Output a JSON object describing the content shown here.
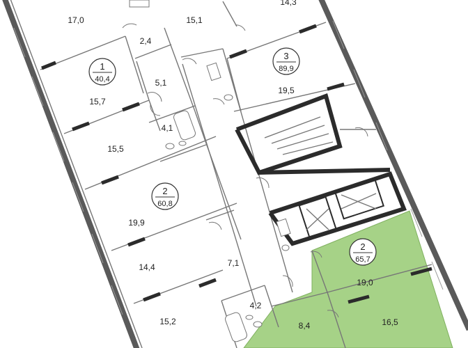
{
  "rooms": {
    "r17_0": "17,0",
    "r15_1": "15,1",
    "r14_3": "14,3",
    "r2_4": "2,4",
    "r5_1": "5,1",
    "r15_7": "15,7",
    "r4_1": "4,1",
    "r15_5": "15,5",
    "r19_5": "19,5",
    "r19_9": "19,9",
    "r14_4": "14,4",
    "r7_1": "7,1",
    "r4_2": "4,2",
    "r15_2": "15,2",
    "r19_0": "19,0",
    "r8_4": "8,4",
    "r16_5": "16,5"
  },
  "apartments": [
    {
      "rooms": "1",
      "area": "40,4"
    },
    {
      "rooms": "3",
      "area": "89,9"
    },
    {
      "rooms": "2",
      "area": "60,8"
    },
    {
      "rooms": "2",
      "area": "65,7"
    }
  ],
  "colors": {
    "highlight": "#a6d287",
    "wall": "#5a5a5a",
    "window": "#2b2b2b"
  }
}
